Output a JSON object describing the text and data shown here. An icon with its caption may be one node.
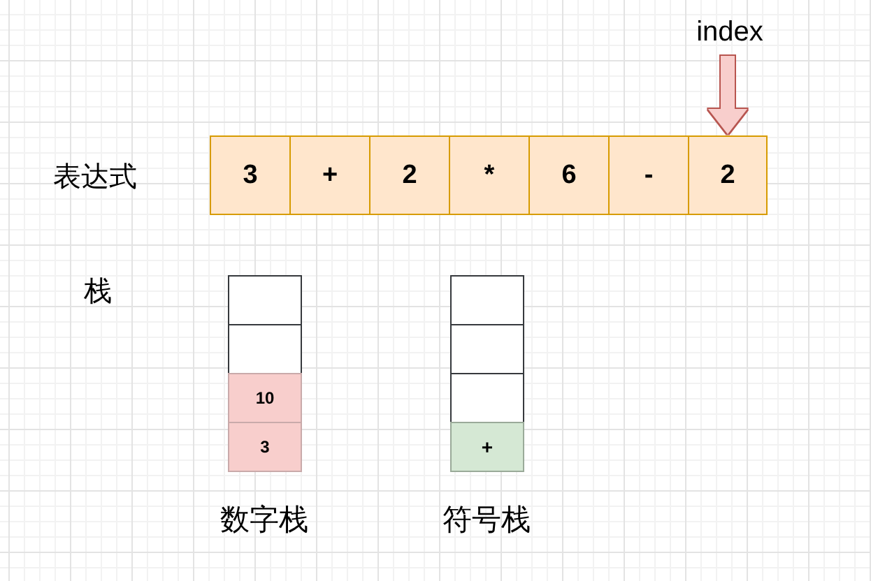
{
  "diagram": {
    "nodes": [
      {
        "text": [
          "index"
        ]
      },
      {
        "text": [
          "3"
        ]
      },
      {
        "text": [
          "+"
        ]
      },
      {
        "text": [
          "2"
        ]
      },
      {
        "text": [
          "*"
        ]
      },
      {
        "text": [
          "6"
        ]
      },
      {
        "text": [
          "-"
        ]
      },
      {
        "text": [
          "2"
        ]
      },
      {
        "text": [],
        "shape": "box"
      },
      {
        "text": [],
        "shape": "box"
      },
      {
        "text": [
          "10"
        ]
      },
      {
        "text": [
          "3"
        ]
      },
      {
        "text": [],
        "shape": "box"
      },
      {
        "text": [],
        "shape": "box"
      },
      {
        "text": [],
        "shape": "box"
      },
      {
        "text": [
          "+"
        ]
      }
    ],
    "edges": [
      {
        "from": 0,
        "to": 7,
        "arrow": "to",
        "color": "#f8cecc"
      }
    ],
    "labels": [
      "表达式",
      "栈",
      "数字栈",
      "符号栈"
    ]
  }
}
